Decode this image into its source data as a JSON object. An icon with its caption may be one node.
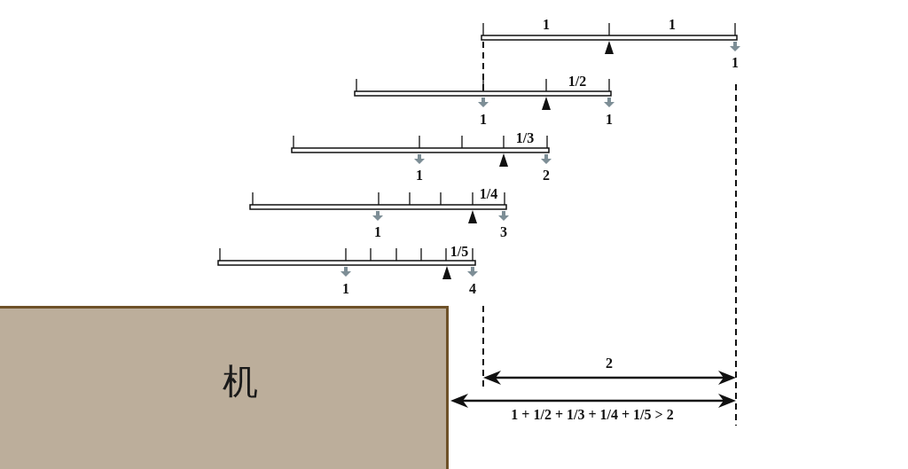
{
  "diagram": {
    "nodes": [
      {
        "text": [
          "机"
        ]
      }
    ],
    "labels": [
      "1",
      "1",
      "1",
      "1/2",
      "1",
      "1",
      "1/3",
      "1",
      "2",
      "1/4",
      "1",
      "3",
      "1/5",
      "1",
      "4",
      "2",
      "1 + 1/2 + 1/3 + 1/4 + 1/5 > 2"
    ]
  }
}
